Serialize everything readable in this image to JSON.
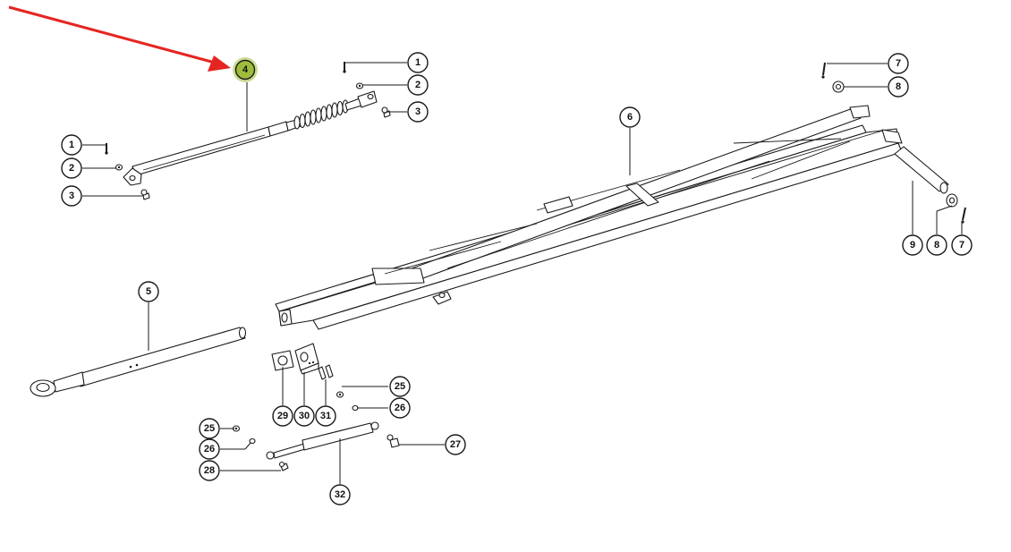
{
  "highlight_color": "#9fbd3b",
  "arrow_color": "#e52521",
  "callouts": {
    "c1a": "1",
    "c2a": "2",
    "c3a": "3",
    "c4": "4",
    "c1b": "1",
    "c2b": "2",
    "c3b": "3",
    "c5": "5",
    "c6": "6",
    "c7a": "7",
    "c8a": "8",
    "c9": "9",
    "c8b": "8",
    "c7b": "7",
    "c25a": "25",
    "c26a": "26",
    "c29": "29",
    "c30": "30",
    "c31": "31",
    "c25b": "25",
    "c26b": "26",
    "c28": "28",
    "c27": "27",
    "c32": "32"
  }
}
